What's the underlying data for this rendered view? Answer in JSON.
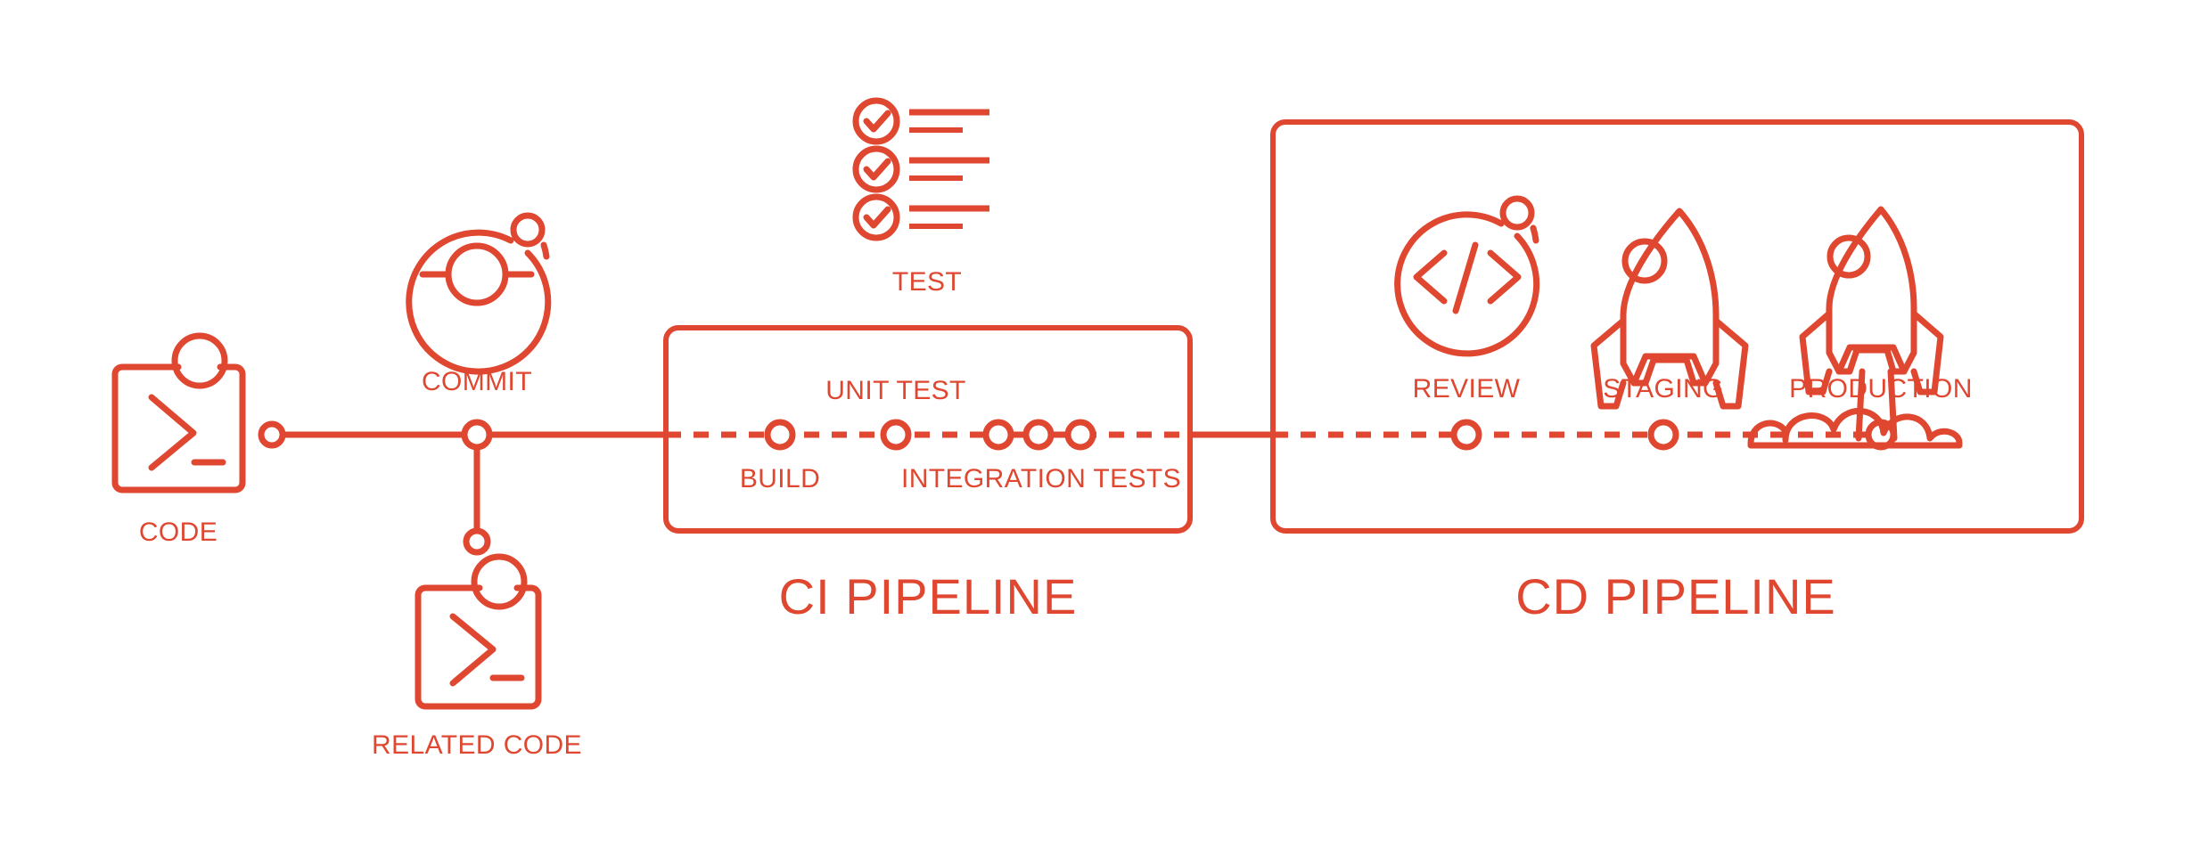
{
  "diagram": {
    "title": "CI/CD Pipeline",
    "accent_color": "#DF4730",
    "background_color": "#FFFFFF"
  },
  "nodes": {
    "code": {
      "label": "CODE",
      "icon": "terminal-code-icon"
    },
    "commit": {
      "label": "COMMIT",
      "icon": "commit-orbit-icon"
    },
    "related_code": {
      "label": "RELATED CODE",
      "icon": "terminal-code-icon"
    },
    "test": {
      "label": "TEST",
      "icon": "checklist-icon"
    }
  },
  "ci_pipeline": {
    "title": "CI PIPELINE",
    "stages_above": [
      {
        "label": "UNIT TEST"
      }
    ],
    "stages_below": [
      {
        "label": "BUILD"
      },
      {
        "label": "INTEGRATION TESTS"
      }
    ]
  },
  "cd_pipeline": {
    "title": "CD PIPELINE",
    "stages": [
      {
        "label": "REVIEW",
        "icon": "code-review-icon"
      },
      {
        "label": "STAGING",
        "icon": "rocket-icon"
      },
      {
        "label": "PRODUCTION",
        "icon": "rocket-launch-icon"
      }
    ]
  }
}
